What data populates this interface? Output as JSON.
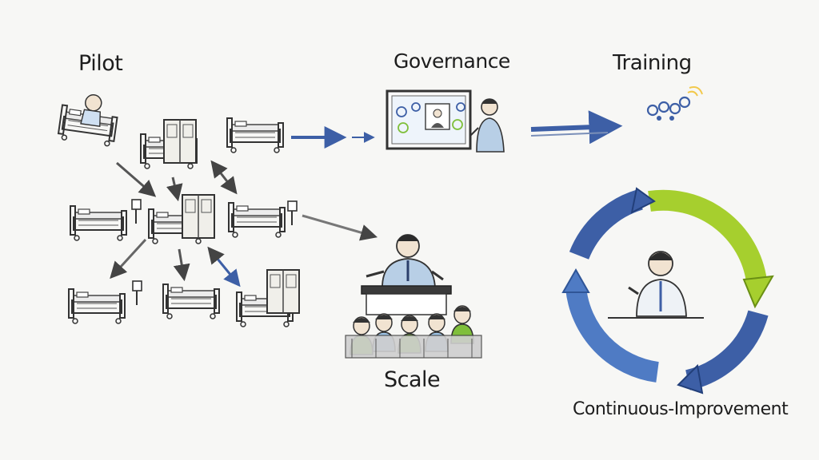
{
  "stages": {
    "pilot": "Pilot",
    "governance": "Governance",
    "training": "Training",
    "scale": "Scale",
    "continuous_improvement": "Continuous-Improvement"
  },
  "colors": {
    "pencil": "#3a3a3a",
    "blue_arrow": "#3d5fa6",
    "green_arrow": "#a6cf2e",
    "crowd_green": "#7fbf3a",
    "crowd_blue": "#9cc3e6",
    "accent_yellow": "#f2c94c"
  }
}
